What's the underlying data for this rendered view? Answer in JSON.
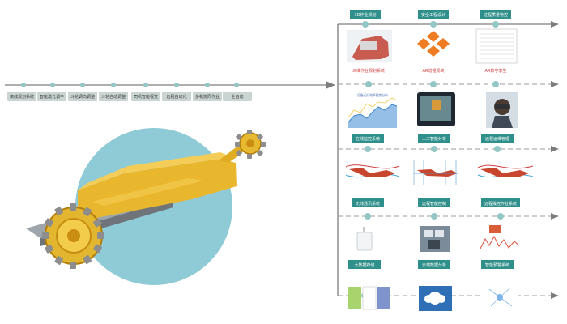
{
  "colors": {
    "teal_dark": "#2f8f8b",
    "teal_light": "#93c7c5",
    "gray_line": "#7d7d7d",
    "gray_dash": "#9b9b9b",
    "label_box": "#c9d4d3",
    "red_text": "#d0393a",
    "circle_bg": "#8fcbd7",
    "machine_yellow": "#f1c23d"
  },
  "timeline": {
    "labels": [
      "离线规划系统",
      "智能激光调平",
      "斗轮调向调整",
      "斗轮自动调整",
      "司机智能视觉",
      "远程自动化",
      "多机协同作业",
      "全自动"
    ]
  },
  "panels": [
    {
      "labels": [
        "3D作业规划",
        "安全工程设计",
        "过程质量管控"
      ],
      "red_labels": [
        "三维作业规划系统",
        "AR增强现实",
        "AR数字孪生"
      ]
    },
    {
      "labels": [
        "在线监控系统",
        "人工智能分析",
        "远程运维管理"
      ]
    },
    {
      "labels": [
        "无线通讯系统",
        "远程智能控制",
        "远程操控作业系统"
      ]
    },
    {
      "labels": [
        "大数据存储",
        "云端数据分析",
        "智能预警系统"
      ]
    }
  ],
  "chart_inset": {
    "title": "设备运行效率趋势分析"
  },
  "icons": [
    "machine-icon",
    "safety-icon",
    "checklist-icon",
    "chart-icon",
    "tablet-icon",
    "vr-headset-icon",
    "wireless-icon",
    "control-room-icon",
    "cloud-icon",
    "network-icon"
  ]
}
